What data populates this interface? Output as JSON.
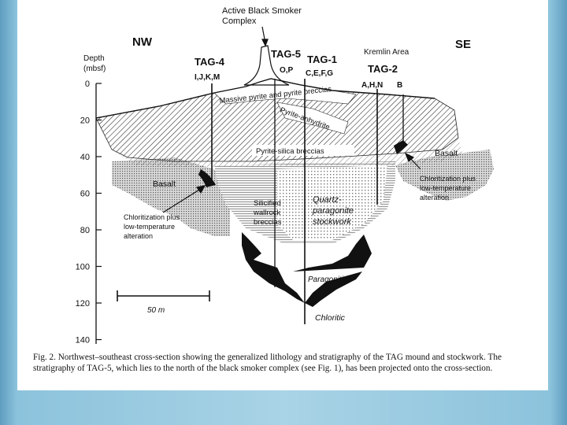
{
  "labels": {
    "top_title": "Active Black Smoker",
    "top_title2": "Complex",
    "nw": "NW",
    "se": "SE",
    "depth": "Depth",
    "depth_unit": "(mbsf)",
    "kremlin": "Kremlin Area",
    "tag4": "TAG-4",
    "tag4_holes": "I,J,K,M",
    "tag5": "TAG-5",
    "tag5_holes": "O,P",
    "tag1": "TAG-1",
    "tag1_holes": "C,E,F,G",
    "tag2": "TAG-2",
    "tag2_holes": "A,H,N",
    "tag2_b": "B",
    "massive": "Massive pyrite and pyrite breccias",
    "pyrite_anhydrite": "Pyrite-anhydrite",
    "pyrite_silica": "Pyrite-silica breccias",
    "basalt_left": "Basalt",
    "basalt_right": "Basalt",
    "chlor_left_1": "Chloritization plus",
    "chlor_left_2": "low-temperature",
    "chlor_left_3": "alteration",
    "chlor_right_1": "Chloritization plus",
    "chlor_right_2": "low-temperature",
    "chlor_right_3": "alteration",
    "silicified_1": "Silicified",
    "silicified_2": "wallrock",
    "silicified_3": "breccias",
    "quartz_1": "Quartz-",
    "quartz_2": "paragonite",
    "quartz_3": "stockwork",
    "paragonitic": "Paragonitic",
    "chloritic": "Chloritic",
    "scale": "50 m"
  },
  "depth_ticks": [
    "0",
    "20",
    "40",
    "60",
    "80",
    "100",
    "120",
    "140"
  ],
  "caption": "Fig. 2. Northwest–southeast cross-section showing the generalized lithology and stratigraphy of the TAG mound and stockwork. The stratigraphy of TAG-5, which lies to the north of the black smoker complex (see Fig. 1), has been projected onto the cross-section.",
  "colors": {
    "ink": "#111111",
    "stipple": "#8a8a8a",
    "paper": "#ffffff"
  }
}
